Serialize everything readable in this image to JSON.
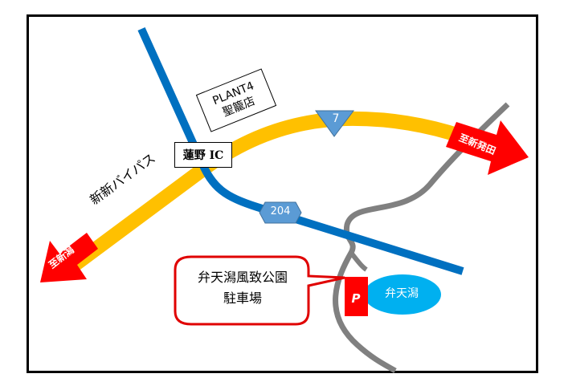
{
  "map": {
    "colors": {
      "border": "#000000",
      "national_route": "#0070C0",
      "bypass_road": "#FFC000",
      "local_road": "#808080",
      "direction_arrow": "#FF0000",
      "route_shield": "#5B9BD5",
      "pond": "#00B0F0",
      "parking": "#FF0000",
      "callout_border": "#E00000"
    },
    "landmarks": {
      "plant": {
        "line1": "PLANT4",
        "line2": "聖籠店"
      },
      "interchange": "蓮野 IC",
      "pond": "弁天潟"
    },
    "roads": {
      "bypass": "新新バイパス",
      "route_7": "7",
      "route_204": "204"
    },
    "directions": {
      "to_niigata": "至新潟",
      "to_shibata": "至新発田"
    },
    "parking": {
      "icon_label": "P",
      "callout_line1": "弁天潟風致公園",
      "callout_line2": "駐車場"
    }
  }
}
